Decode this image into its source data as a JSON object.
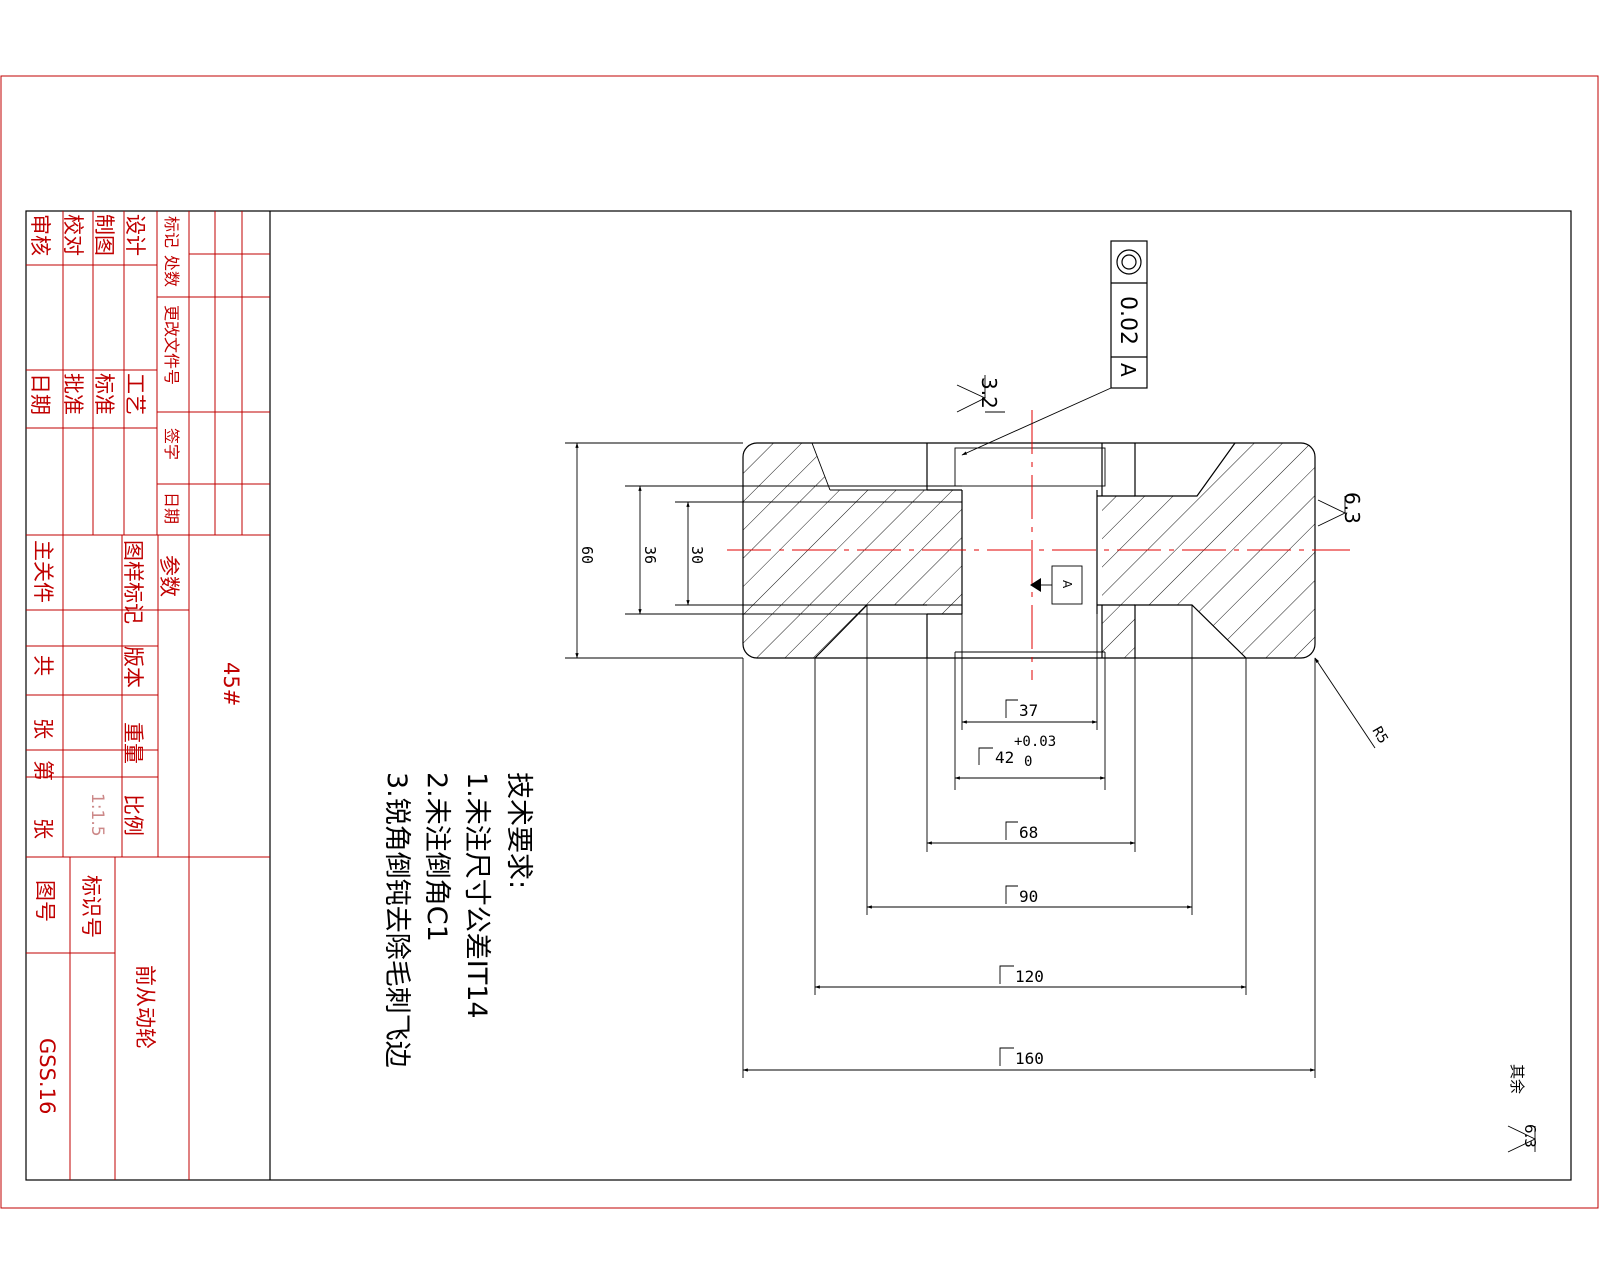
{
  "title_block": {
    "rev_headers": [
      "标记",
      "处数",
      "更改文件号",
      "签字",
      "日期"
    ],
    "roles_left": [
      "设计",
      "制图",
      "校对",
      "审核"
    ],
    "roles_right": [
      "工艺",
      "标准",
      "批准",
      "日期"
    ],
    "param_label": "参数",
    "material": "45#",
    "part_name": "前从动轮",
    "drawing_no": "GSS.16",
    "labels": {
      "sample_mark": "图样标记",
      "version": "版本",
      "weight": "重量",
      "scale": "比例",
      "scale_value": "1:1.5",
      "id_no": "标识号",
      "drawing_no_label": "图号",
      "main_related": "主关件",
      "total": "共",
      "sheets": "张",
      "sheet_no": "第",
      "sheets2": "张"
    }
  },
  "tech_requirements": {
    "heading": "技术要求:",
    "items": [
      "1.未注尺寸公差IT14",
      "2.未注倒角C1",
      "3.锐角倒钝去除毛刺飞边"
    ]
  },
  "tolerance_frame": {
    "symbol": "concentricity",
    "value": "0.02",
    "datum": "A"
  },
  "datum_label": "A",
  "roughness": {
    "top": "3.2",
    "right": "6.3",
    "rest_label": "其余",
    "rest_value": "6.3"
  },
  "dimensions": {
    "h60": "60",
    "h36": "36",
    "h30": "30",
    "d37": "37",
    "d42": "42",
    "d42_upper": "+0.03",
    "d42_lower": "0",
    "d68": "68",
    "d90": "90",
    "d120": "120",
    "d160": "160",
    "r5": "R5"
  },
  "colors": {
    "frame": "#c00000",
    "lines": "#000000",
    "centerline": "#e00000"
  }
}
